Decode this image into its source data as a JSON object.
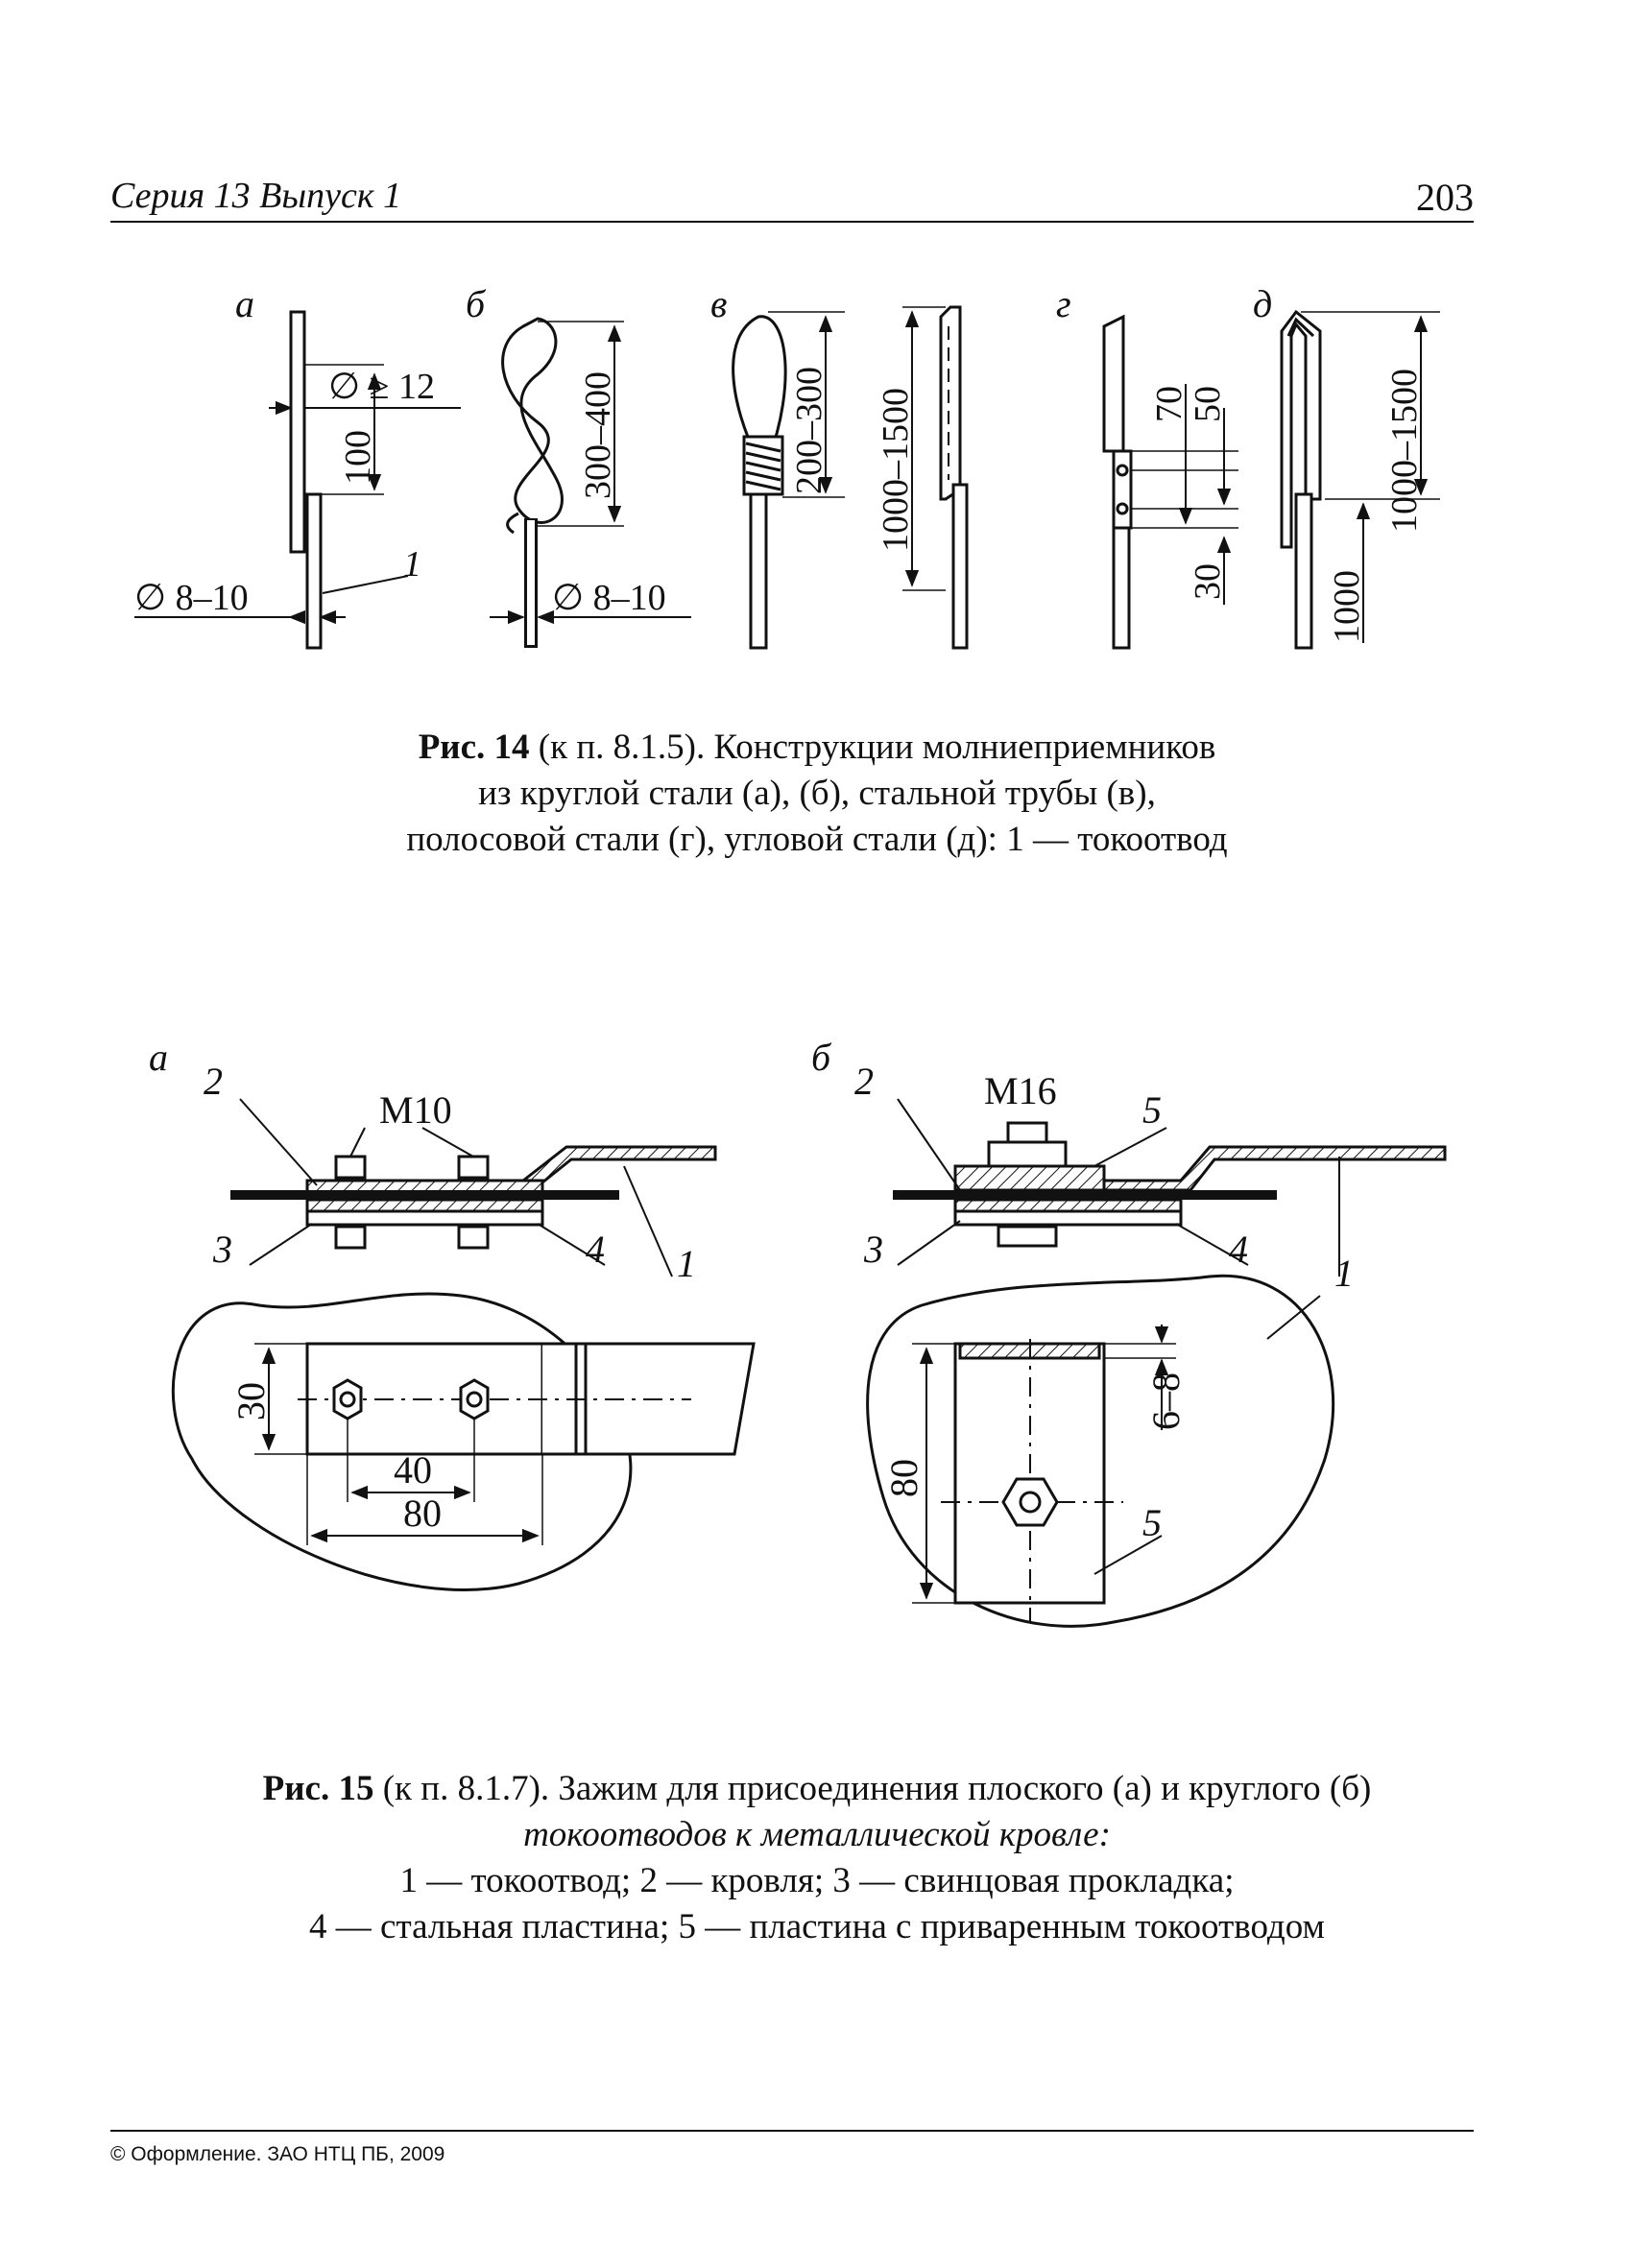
{
  "header": {
    "series": "Серия 13  Выпуск 1",
    "page_number": "203"
  },
  "fig14": {
    "panel_labels": [
      "а",
      "б",
      "в",
      "г",
      "д"
    ],
    "dims": {
      "a_dia_min": "∅ ≥ 12",
      "a_len": "100",
      "a_dia": "∅ 8–10",
      "leader_1": "1",
      "b_len": "300–400",
      "b_dia": "∅ 8–10",
      "v_len1": "200–300",
      "v_len2": "1000–1500",
      "g_70": "70",
      "g_50": "50",
      "g_30": "30",
      "d_len": "1000–1500",
      "d_1000": "1000"
    },
    "caption": {
      "fig": "Рис. 14",
      "line1": " (к п. 8.1.5). Конструкции молниеприемников",
      "line2": "из круглой стали (а),  (б), стальной трубы (в),",
      "line3": "полосовой стали (г), угловой стали (д): 1 — токоотвод"
    }
  },
  "fig15": {
    "panel_labels": [
      "а",
      "б"
    ],
    "a": {
      "bolt": "М10",
      "l2": "2",
      "l3": "3",
      "l4": "4",
      "l1": "1",
      "d30": "30",
      "d40": "40",
      "d80": "80"
    },
    "b": {
      "bolt": "М16",
      "l2": "2",
      "l3": "3",
      "l4": "4",
      "l5": "5",
      "l1": "1",
      "d68": "6–8",
      "d80": "80",
      "l5b": "5"
    },
    "caption": {
      "fig": "Рис. 15",
      "line1": " (к п. 8.1.7). Зажим для присоединения плоского (а) и круглого (б)",
      "line2": "токоотводов к металлической кровле:",
      "line3": "1 — токоотвод; 2 — кровля; 3 — свинцовая прокладка;",
      "line4": "4 — стальная пластина; 5 — пластина с приваренным токоотводом"
    }
  },
  "footer": {
    "copyright": "© Оформление. ЗАО НТЦ ПБ, 2009"
  }
}
